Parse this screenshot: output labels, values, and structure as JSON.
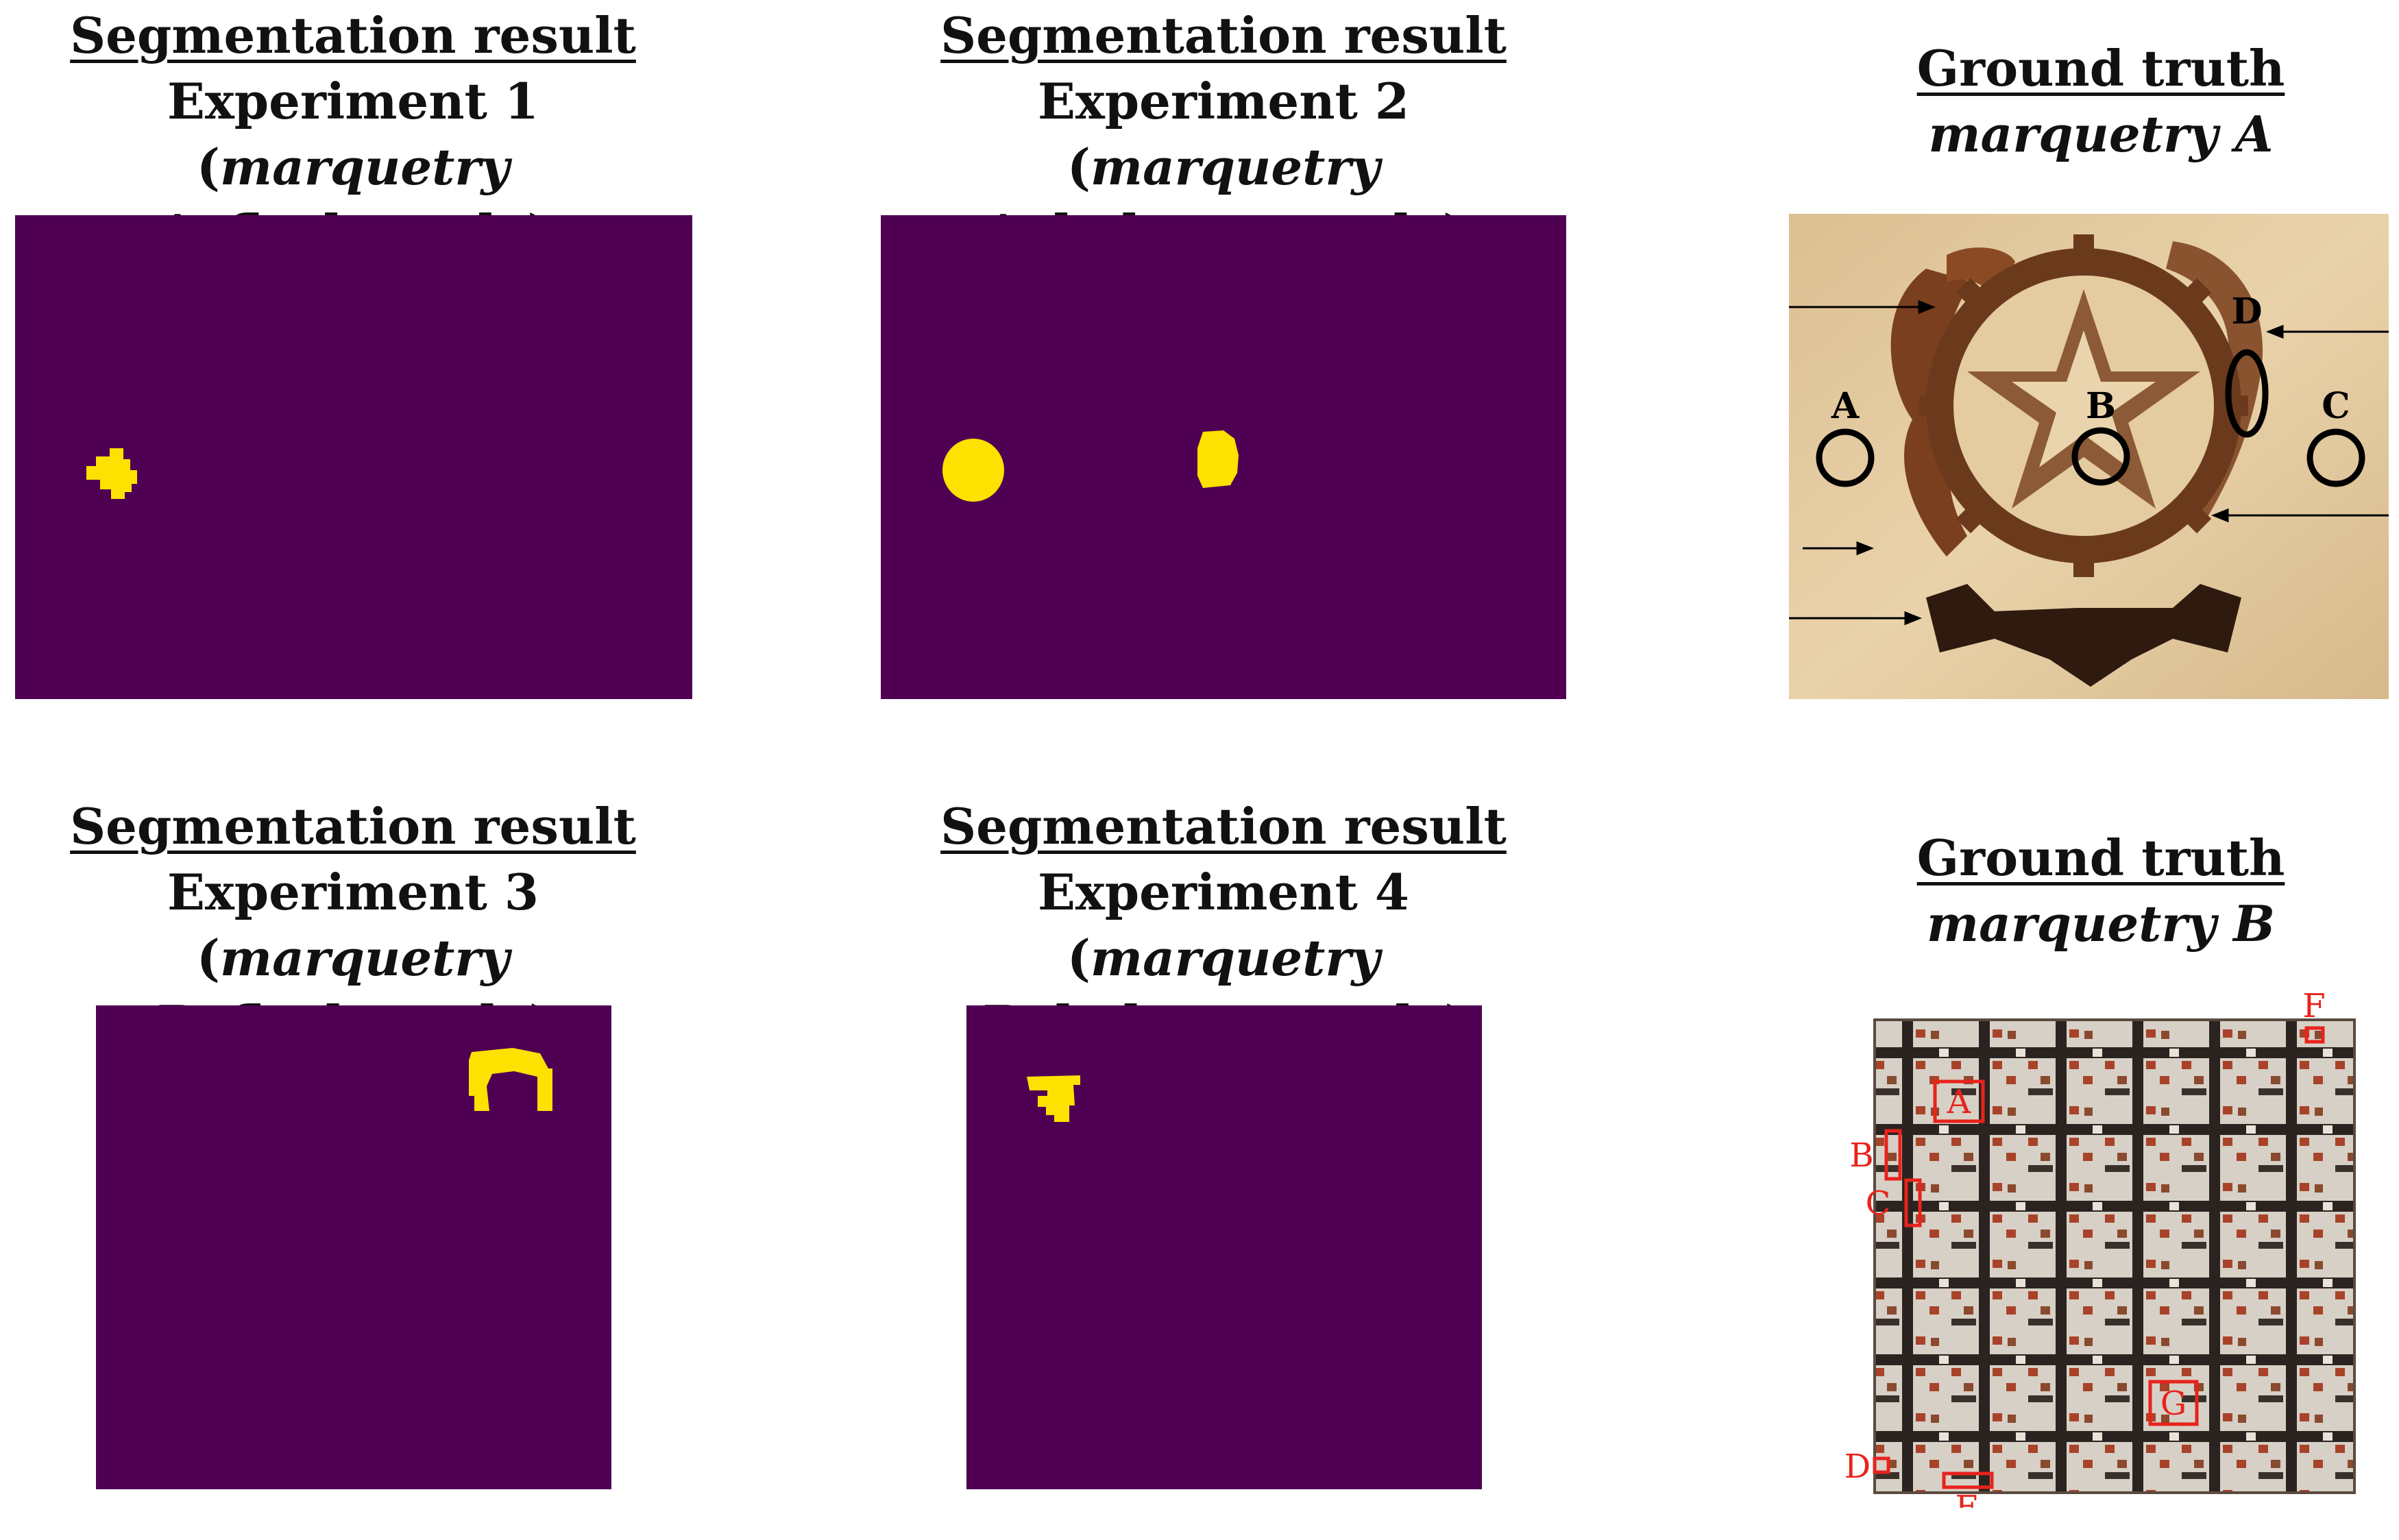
{
  "panels": [
    {
      "heading": "Segmentation result",
      "line2_prefix": "Experiment 1 (",
      "line2_italic": "marquetry",
      "line3_italic": "A",
      "line3_rest": ", flash mode)"
    },
    {
      "heading": "Segmentation result",
      "line2_prefix": "Experiment 2 (",
      "line2_italic": "marquetry",
      "line3_italic": "A",
      "line3_rest": ", halogen mode)"
    },
    {
      "heading": "Segmentation result",
      "line2_prefix": "Experiment 3 (",
      "line2_italic": "marquetry",
      "line3_italic": "B",
      "line3_rest": ", flash mode)"
    },
    {
      "heading": "Segmentation result",
      "line2_prefix": "Experiment 4 (",
      "line2_italic": "marquetry",
      "line3_italic": "B",
      "line3_rest": ", halogen mode)"
    }
  ],
  "ground_truth_a": {
    "heading": "Ground truth",
    "subtitle": "marquetry A",
    "labels": [
      "A",
      "B",
      "C",
      "D"
    ]
  },
  "ground_truth_b": {
    "heading": "Ground truth",
    "subtitle": "marquetry B",
    "labels": [
      "A",
      "B",
      "C",
      "D",
      "E",
      "F",
      "G"
    ]
  },
  "colors": {
    "background_class": "#4f0053",
    "detected_class": "#fde100",
    "annotation_red": "#e8231c",
    "annotation_black": "#000000"
  }
}
